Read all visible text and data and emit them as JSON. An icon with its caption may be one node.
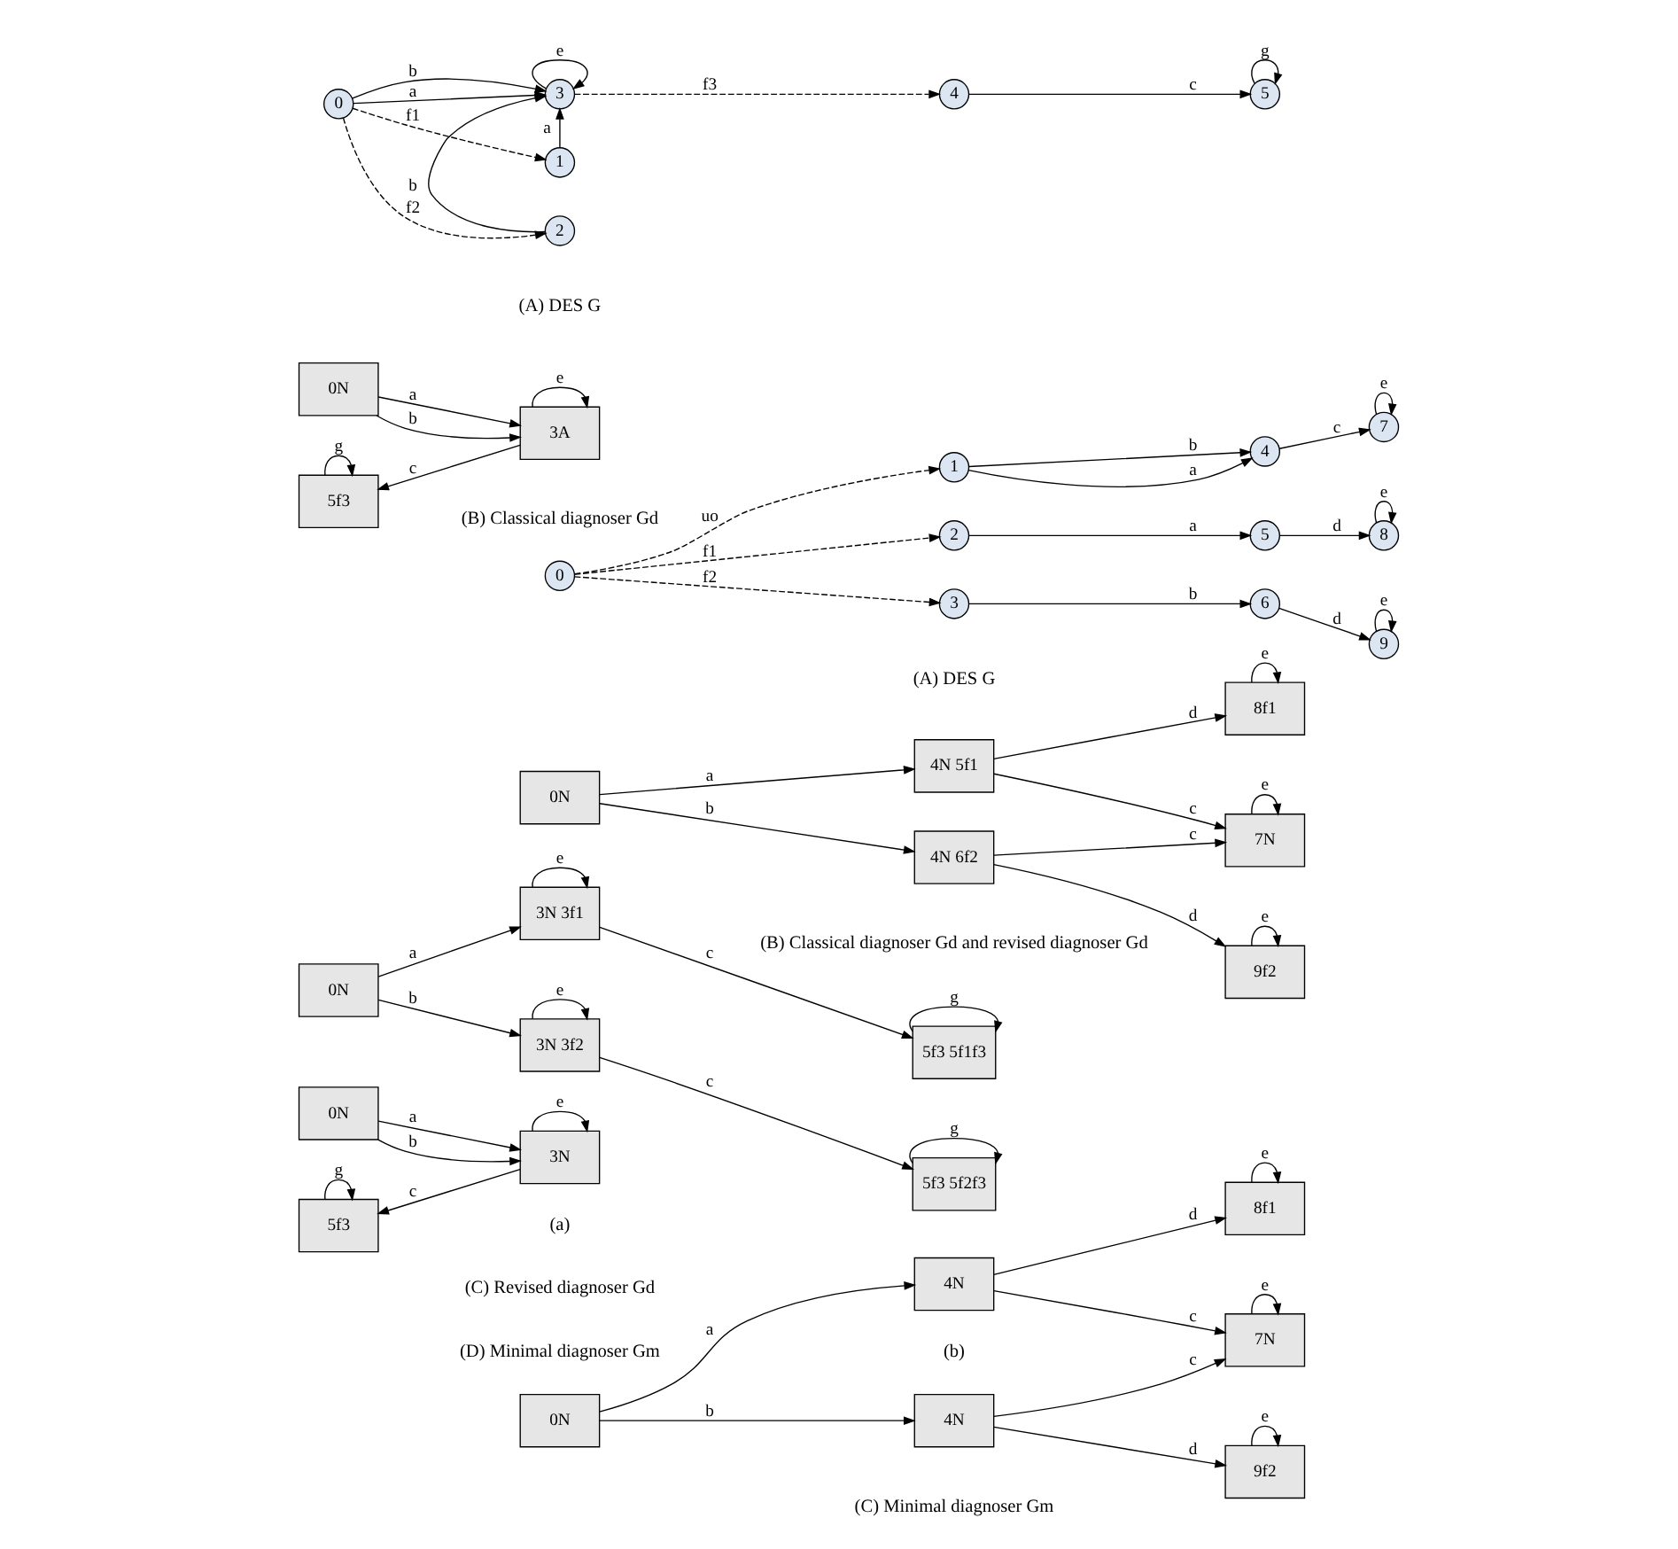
{
  "diagram": {
    "nodes": [
      {
        "text": [
          "0"
        ]
      },
      {
        "text": [
          "1"
        ]
      },
      {
        "text": [
          "2"
        ]
      },
      {
        "text": [
          "3"
        ]
      },
      {
        "text": [
          "4"
        ]
      },
      {
        "text": [
          "5"
        ]
      },
      {
        "text": [
          "0"
        ]
      },
      {
        "text": [
          "1"
        ]
      },
      {
        "text": [
          "2"
        ]
      },
      {
        "text": [
          "3"
        ]
      },
      {
        "text": [
          "4"
        ]
      },
      {
        "text": [
          "5"
        ]
      },
      {
        "text": [
          "6"
        ]
      },
      {
        "text": [
          "7"
        ]
      },
      {
        "text": [
          "8"
        ]
      },
      {
        "text": [
          "9"
        ]
      },
      {
        "text": [
          "0N"
        ]
      },
      {
        "text": [
          "3A"
        ]
      },
      {
        "text": [
          "5f3"
        ]
      },
      {
        "text": [
          "0N"
        ]
      },
      {
        "text": [
          "4N 5f1"
        ]
      },
      {
        "text": [
          "4N 6f2"
        ]
      },
      {
        "text": [
          "8f1"
        ]
      },
      {
        "text": [
          "7N"
        ]
      },
      {
        "text": [
          "9f2"
        ]
      },
      {
        "text": [
          "0N"
        ]
      },
      {
        "text": [
          "3N 3f1"
        ]
      },
      {
        "text": [
          "5f3 5f1f3"
        ]
      },
      {
        "text": [
          "3N 3f2"
        ]
      },
      {
        "text": [
          "5f3 5f2f3"
        ]
      },
      {
        "text": [
          "0N"
        ]
      },
      {
        "text": [
          "3N"
        ]
      },
      {
        "text": [
          "5f3"
        ]
      },
      {
        "text": [
          "0N"
        ]
      },
      {
        "text": [
          "4N"
        ]
      },
      {
        "text": [
          "4N"
        ]
      },
      {
        "text": [
          "8f1"
        ]
      },
      {
        "text": [
          "7N"
        ]
      },
      {
        "text": [
          "9f2"
        ]
      }
    ],
    "edges": [
      {
        "from": 0,
        "to": 3,
        "arrow": "to",
        "label": "a"
      },
      {
        "from": 0,
        "to": 1,
        "arrow": "to",
        "label": "f1",
        "style": "dashed"
      },
      {
        "from": 1,
        "to": 3,
        "arrow": "to",
        "label": "a"
      },
      {
        "from": 0,
        "to": 3,
        "arrow": "to",
        "label": "b"
      },
      {
        "from": 0,
        "to": 2,
        "arrow": "to",
        "label": "f2",
        "style": "dashed"
      },
      {
        "from": 2,
        "to": 3,
        "arrow": "to",
        "label": "b"
      },
      {
        "from": 3,
        "to": 3,
        "arrow": "to",
        "label": "e"
      },
      {
        "from": 3,
        "to": 4,
        "arrow": "to",
        "label": "f3",
        "style": "dashed"
      },
      {
        "from": 4,
        "to": 5,
        "arrow": "to",
        "label": "c"
      },
      {
        "from": 5,
        "to": 5,
        "arrow": "to",
        "label": "g"
      },
      {
        "from": 6,
        "to": 7,
        "arrow": "to",
        "label": "uo",
        "style": "dashed"
      },
      {
        "from": 6,
        "to": 8,
        "arrow": "to",
        "label": "f1",
        "style": "dashed"
      },
      {
        "from": 6,
        "to": 9,
        "arrow": "to",
        "label": "f2",
        "style": "dashed"
      },
      {
        "from": 7,
        "to": 10,
        "arrow": "to",
        "label": "b"
      },
      {
        "from": 7,
        "to": 10,
        "arrow": "to",
        "label": "a"
      },
      {
        "from": 10,
        "to": 13,
        "arrow": "to",
        "label": "c"
      },
      {
        "from": 8,
        "to": 11,
        "arrow": "to",
        "label": "a"
      },
      {
        "from": 11,
        "to": 14,
        "arrow": "to",
        "label": "d"
      },
      {
        "from": 9,
        "to": 12,
        "arrow": "to",
        "label": "b"
      },
      {
        "from": 12,
        "to": 15,
        "arrow": "to",
        "label": "d"
      },
      {
        "from": 13,
        "to": 13,
        "arrow": "to",
        "label": "e"
      },
      {
        "from": 14,
        "to": 14,
        "arrow": "to",
        "label": "e"
      },
      {
        "from": 15,
        "to": 15,
        "arrow": "to",
        "label": "e"
      },
      {
        "from": 16,
        "to": 17,
        "arrow": "to",
        "label": "a"
      },
      {
        "from": 16,
        "to": 17,
        "arrow": "to",
        "label": "b"
      },
      {
        "from": 17,
        "to": 17,
        "arrow": "to",
        "label": "e"
      },
      {
        "from": 17,
        "to": 18,
        "arrow": "to",
        "label": "c"
      },
      {
        "from": 18,
        "to": 18,
        "arrow": "to",
        "label": "g"
      },
      {
        "from": 19,
        "to": 20,
        "arrow": "to",
        "label": "a"
      },
      {
        "from": 19,
        "to": 21,
        "arrow": "to",
        "label": "b"
      },
      {
        "from": 20,
        "to": 22,
        "arrow": "to",
        "label": "d"
      },
      {
        "from": 20,
        "to": 23,
        "arrow": "to",
        "label": "c"
      },
      {
        "from": 21,
        "to": 23,
        "arrow": "to",
        "label": "c"
      },
      {
        "from": 21,
        "to": 24,
        "arrow": "to",
        "label": "d"
      },
      {
        "from": 22,
        "to": 22,
        "arrow": "to",
        "label": "e"
      },
      {
        "from": 23,
        "to": 23,
        "arrow": "to",
        "label": "e"
      },
      {
        "from": 24,
        "to": 24,
        "arrow": "to",
        "label": "e"
      },
      {
        "from": 25,
        "to": 26,
        "arrow": "to",
        "label": "a"
      },
      {
        "from": 25,
        "to": 28,
        "arrow": "to",
        "label": "b"
      },
      {
        "from": 26,
        "to": 26,
        "arrow": "to",
        "label": "e"
      },
      {
        "from": 26,
        "to": 27,
        "arrow": "to",
        "label": "c"
      },
      {
        "from": 27,
        "to": 27,
        "arrow": "to",
        "label": "g"
      },
      {
        "from": 28,
        "to": 28,
        "arrow": "to",
        "label": "e"
      },
      {
        "from": 28,
        "to": 29,
        "arrow": "to",
        "label": "c"
      },
      {
        "from": 29,
        "to": 29,
        "arrow": "to",
        "label": "g"
      },
      {
        "from": 30,
        "to": 31,
        "arrow": "to",
        "label": "a"
      },
      {
        "from": 30,
        "to": 31,
        "arrow": "to",
        "label": "b"
      },
      {
        "from": 31,
        "to": 31,
        "arrow": "to",
        "label": "e"
      },
      {
        "from": 31,
        "to": 32,
        "arrow": "to",
        "label": "c"
      },
      {
        "from": 32,
        "to": 32,
        "arrow": "to",
        "label": "g"
      },
      {
        "from": 33,
        "to": 34,
        "arrow": "to",
        "label": "a"
      },
      {
        "from": 33,
        "to": 35,
        "arrow": "to",
        "label": "b"
      },
      {
        "from": 34,
        "to": 36,
        "arrow": "to",
        "label": "d"
      },
      {
        "from": 34,
        "to": 37,
        "arrow": "to",
        "label": "c"
      },
      {
        "from": 35,
        "to": 37,
        "arrow": "to",
        "label": "c"
      },
      {
        "from": 35,
        "to": 38,
        "arrow": "to",
        "label": "d"
      },
      {
        "from": 36,
        "to": 36,
        "arrow": "to",
        "label": "e"
      },
      {
        "from": 37,
        "to": 37,
        "arrow": "to",
        "label": "e"
      },
      {
        "from": 38,
        "to": 38,
        "arrow": "to",
        "label": "e"
      }
    ],
    "labels": [
      "(A) DES G",
      "(A) DES G",
      "(B) Classical diagnoser Gd",
      "(B) Classical diagnoser Gd and revised diagnoser Gd",
      "(C) Revised diagnoser Gd",
      "(D) Minimal diagnoser Gm",
      "(C) Minimal diagnoser Gm",
      "(a)",
      "(b)"
    ]
  }
}
